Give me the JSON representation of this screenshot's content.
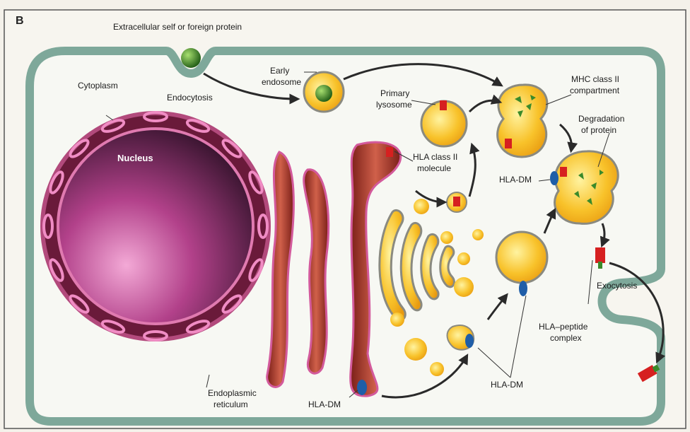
{
  "panel_letter": "B",
  "labels": {
    "extracellular": "Extracellular self or foreign protein",
    "cytoplasm": "Cytoplasm",
    "endocytosis": "Endocytosis",
    "early_endosome_1": "Early",
    "early_endosome_2": "endosome",
    "primary_lysosome_1": "Primary",
    "primary_lysosome_2": "lysosome",
    "mhc_compartment_1": "MHC class II",
    "mhc_compartment_2": "compartment",
    "degradation_1": "Degradation",
    "degradation_2": "of protein",
    "hla_class2_1": "HLA class II",
    "hla_class2_2": "molecule",
    "hla_dm_top": "HLA-DM",
    "nucleus": "Nucleus",
    "exocytosis": "Exocytosis",
    "hla_peptide_1": "HLA–peptide",
    "hla_peptide_2": "complex",
    "er_1": "Endoplasmic",
    "er_2": "reticulum",
    "hla_dm_bottom_left": "HLA-DM",
    "hla_dm_bottom_right": "HLA-DM"
  },
  "colors": {
    "membrane": "#7ea89a",
    "cytoplasm": "#f6f7f2",
    "nucleus": "#a03a6a",
    "vesicle": "#f6b820",
    "er": "#b5402e",
    "hla_class2": "#d62020",
    "hla_dm": "#1f5ea8",
    "antigen": "#3a8a2a"
  }
}
